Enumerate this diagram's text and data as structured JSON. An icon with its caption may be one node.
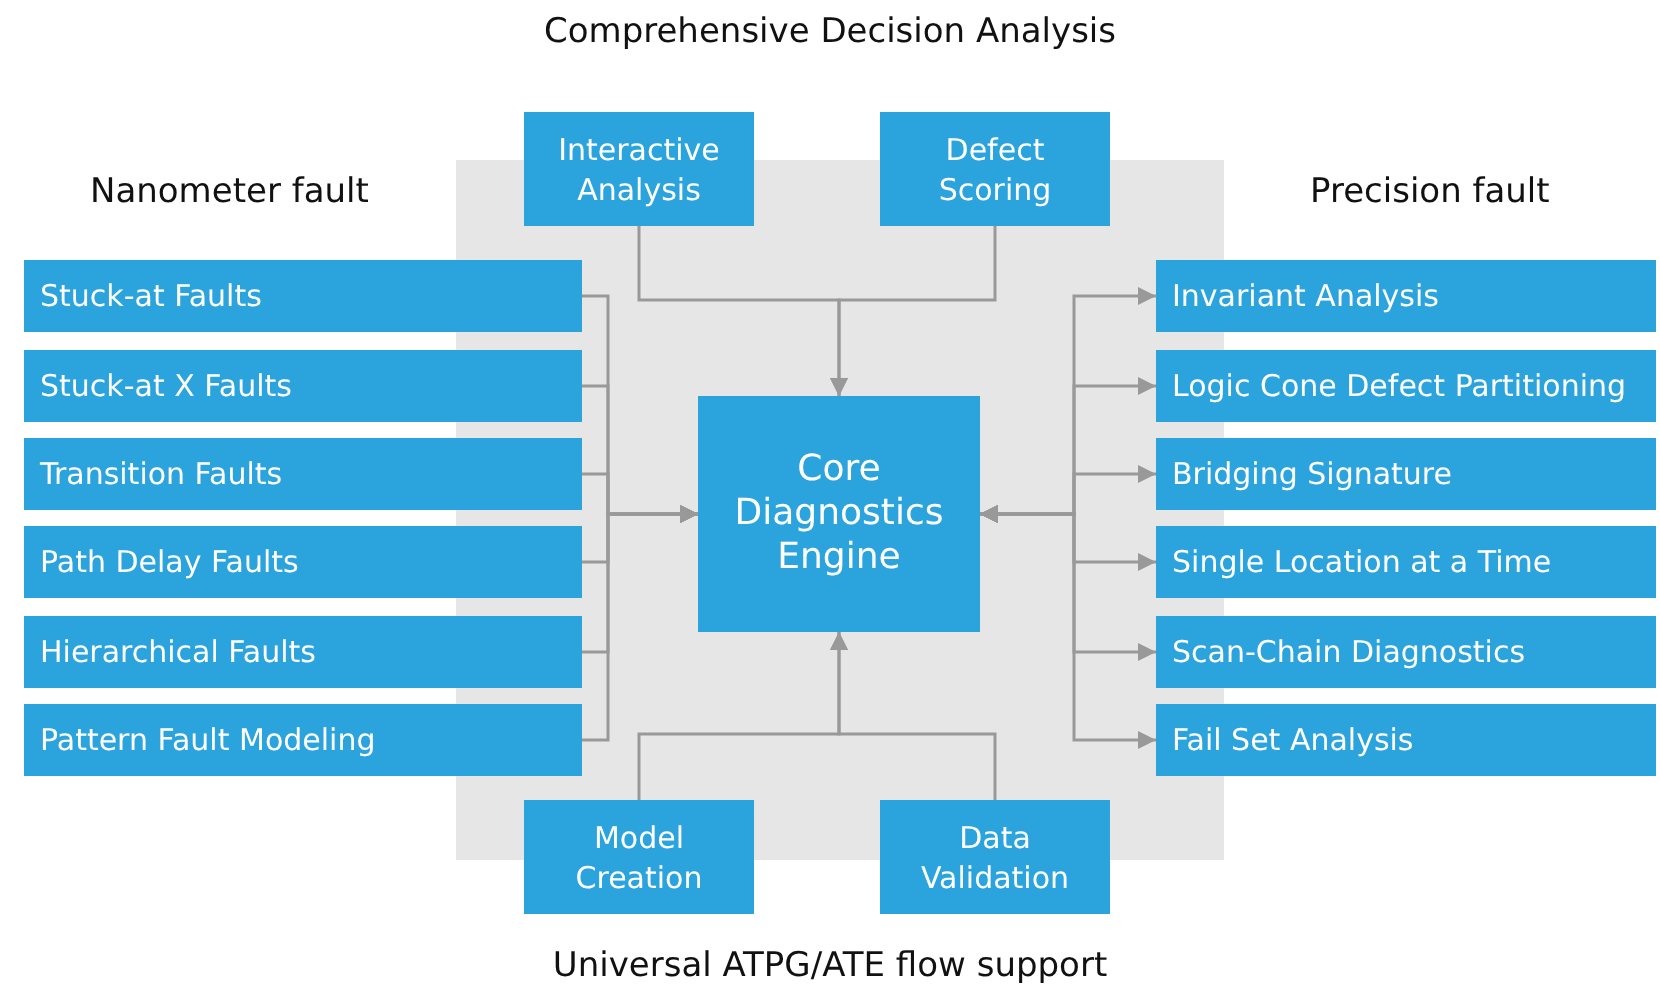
{
  "diagram": {
    "title": "Comprehensive Decision Analysis",
    "caption": "Universal ATPG/ATE flow support",
    "nodes": [
      {
        "text": [
          "Interactive Analysis"
        ]
      },
      {
        "text": [
          "Defect Scoring"
        ]
      },
      {
        "text": [
          "Core Diagnostics Engine"
        ]
      },
      {
        "text": [
          "Stuck-at Faults"
        ]
      },
      {
        "text": [
          "Stuck-at X Faults"
        ]
      },
      {
        "text": [
          "Transition Faults"
        ]
      },
      {
        "text": [
          "Path Delay Faults"
        ]
      },
      {
        "text": [
          "Hierarchical Faults"
        ]
      },
      {
        "text": [
          "Pattern Fault Modeling"
        ]
      },
      {
        "text": [
          "Invariant Analysis"
        ]
      },
      {
        "text": [
          "Logic Cone Defect Partitioning"
        ]
      },
      {
        "text": [
          "Bridging Signature"
        ]
      },
      {
        "text": [
          "Single Location at a Time"
        ]
      },
      {
        "text": [
          "Scan-Chain Diagnostics"
        ]
      },
      {
        "text": [
          "Fail Set Analysis"
        ]
      },
      {
        "text": [
          "Model Creation"
        ]
      },
      {
        "text": [
          "Data Validation"
        ]
      }
    ],
    "edges": [
      {
        "from": 0,
        "to": 2,
        "arrow": "to"
      },
      {
        "from": 1,
        "to": 2,
        "arrow": "to"
      },
      {
        "from": 3,
        "to": 2,
        "arrow": "to"
      },
      {
        "from": 4,
        "to": 2,
        "arrow": "to"
      },
      {
        "from": 5,
        "to": 2,
        "arrow": "to"
      },
      {
        "from": 6,
        "to": 2,
        "arrow": "to"
      },
      {
        "from": 7,
        "to": 2,
        "arrow": "to"
      },
      {
        "from": 8,
        "to": 2,
        "arrow": "to"
      },
      {
        "from": 2,
        "to": 9,
        "arrow": "both"
      },
      {
        "from": 2,
        "to": 10,
        "arrow": "both"
      },
      {
        "from": 2,
        "to": 11,
        "arrow": "both"
      },
      {
        "from": 2,
        "to": 12,
        "arrow": "both"
      },
      {
        "from": 2,
        "to": 13,
        "arrow": "both"
      },
      {
        "from": 2,
        "to": 14,
        "arrow": "both"
      },
      {
        "from": 15,
        "to": 2,
        "arrow": "to"
      },
      {
        "from": 16,
        "to": 2,
        "arrow": "to"
      }
    ],
    "labels": [
      "Nanometer fault",
      "Precision fault"
    ]
  }
}
